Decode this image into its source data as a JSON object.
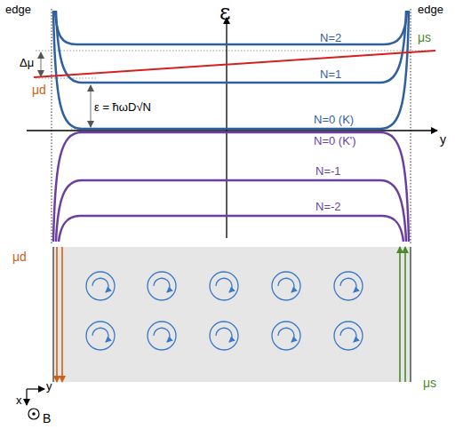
{
  "diagram": {
    "labels": [
      "edge",
      "ε",
      "edge",
      "μs",
      "Δμ",
      "N=2",
      "μd",
      "N=1",
      "ε = ħωD√N",
      "N=0 (K)",
      "y",
      "N=0 (K')",
      "N=-1",
      "N=-2",
      "μd",
      "μs",
      "x",
      "y",
      "B"
    ]
  }
}
